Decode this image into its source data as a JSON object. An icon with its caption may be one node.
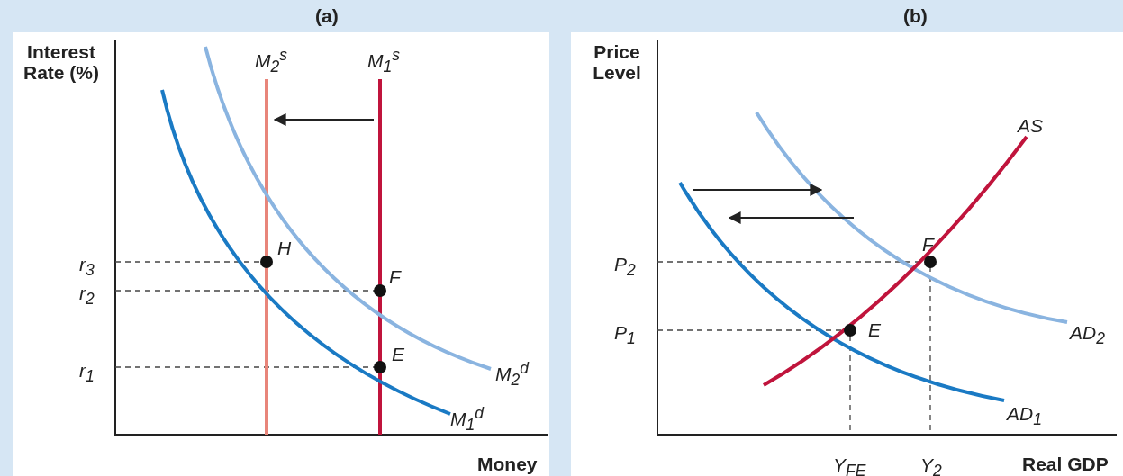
{
  "diagram": {
    "labels": [
      "(a)",
      "(b)",
      "Interest Rate (%)",
      "M$_{2}$$^{s}$",
      "M$_{1}$$^{s}$",
      "Price Level",
      "AS",
      "H",
      "F",
      "r$_{3}$",
      "r$_{2}$",
      "F",
      "P$_{2}$",
      "E",
      "r$_{1}$",
      "E",
      "M$_{2}$$^{d}$",
      "M$_{1}$$^{d}$",
      "P$_{1}$",
      "AD$_{2}$",
      "AD$_{1}$",
      "Money",
      "Y$_{FE}$",
      "Y$_{2}$",
      "Real GDP"
    ]
  }
}
